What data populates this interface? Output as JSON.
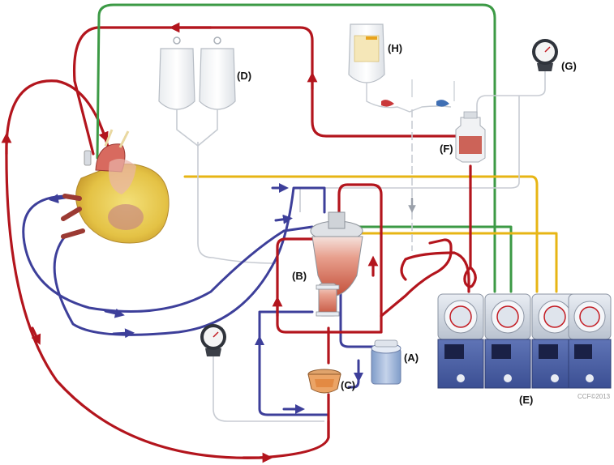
{
  "labels": {
    "A": "(A)",
    "B": "(B)",
    "C": "(C)",
    "D": "(D)",
    "E": "(E)",
    "F": "(F)",
    "G": "(G)",
    "H": "(H)"
  },
  "copyright": "CCF©2013",
  "colors": {
    "arterial": "#b3151d",
    "venous": "#3d3f9a",
    "cardioplegia": "#3c9a45",
    "vent": "#e7b514",
    "line": "#9aa0aa"
  }
}
